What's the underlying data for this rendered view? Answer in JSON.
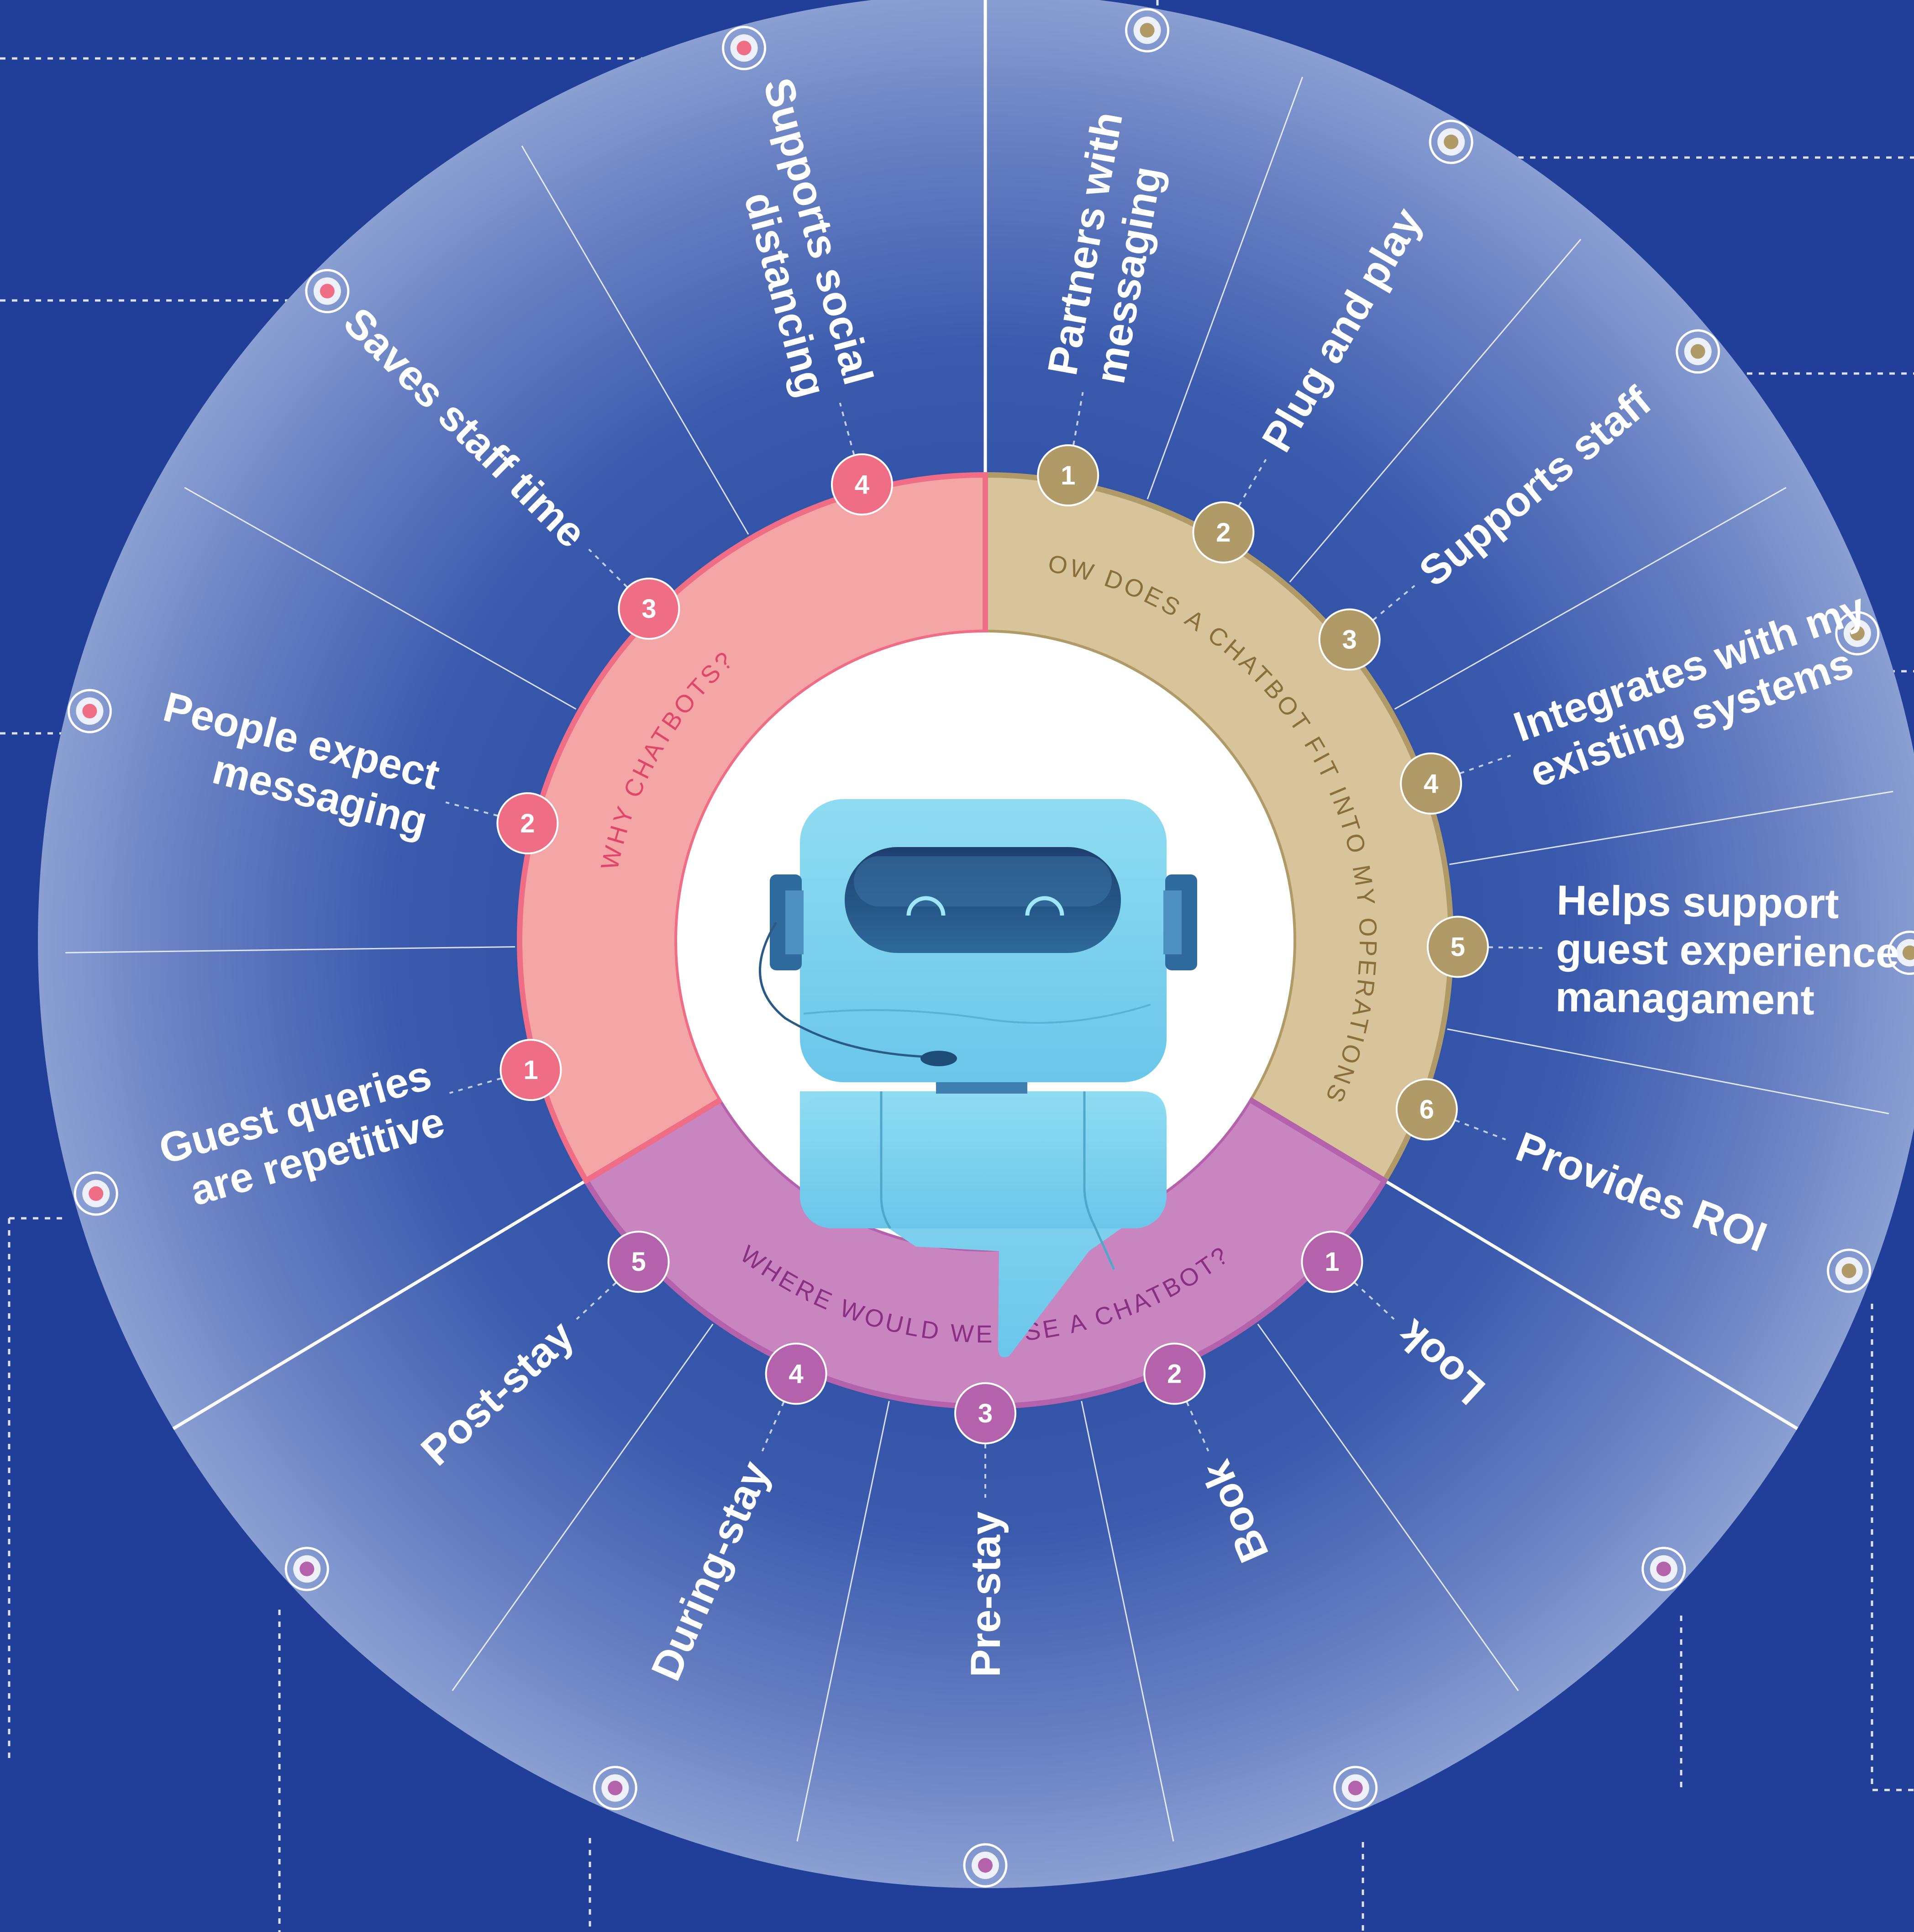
{
  "colors": {
    "background": "#213f98",
    "why": "#f06d86",
    "why_fill": "#f4a6a6",
    "how": "#b09a68",
    "how_fill": "#d8c49a",
    "where": "#b562ac",
    "where_fill": "#c985bf",
    "robot": "#7fd3ee"
  },
  "rings": {
    "why": {
      "title": "WHY CHATBOTS?",
      "items": [
        {
          "num": "1",
          "label": [
            "Guest queries",
            "are repetitive"
          ]
        },
        {
          "num": "2",
          "label": [
            "People expect",
            "messaging"
          ]
        },
        {
          "num": "3",
          "label": [
            "Saves staff time"
          ]
        },
        {
          "num": "4",
          "label": [
            "Supports social",
            "distancing"
          ]
        }
      ]
    },
    "how": {
      "title": "HOW DOES A CHATBOT FIT INTO MY OPERATIONS?",
      "items": [
        {
          "num": "1",
          "label": [
            "Partners with",
            "messaging"
          ]
        },
        {
          "num": "2",
          "label": [
            "Plug and play"
          ]
        },
        {
          "num": "3",
          "label": [
            "Supports staff"
          ]
        },
        {
          "num": "4",
          "label": [
            "Integrates with my",
            "existing systems"
          ]
        },
        {
          "num": "5",
          "label": [
            "Helps support",
            "guest experience",
            "managament"
          ]
        },
        {
          "num": "6",
          "label": [
            "Provides ROI"
          ]
        }
      ]
    },
    "where": {
      "title": "WHERE WOULD WE USE A CHATBOT?",
      "items": [
        {
          "num": "1",
          "label": [
            "Look"
          ]
        },
        {
          "num": "2",
          "label": [
            "Book"
          ]
        },
        {
          "num": "3",
          "label": [
            "Pre-stay"
          ]
        },
        {
          "num": "4",
          "label": [
            "During-stay"
          ]
        },
        {
          "num": "5",
          "label": [
            "Post-stay"
          ]
        }
      ]
    }
  },
  "icons": {
    "center": "robot-icon",
    "outer_marker": "target-dot-icon"
  }
}
